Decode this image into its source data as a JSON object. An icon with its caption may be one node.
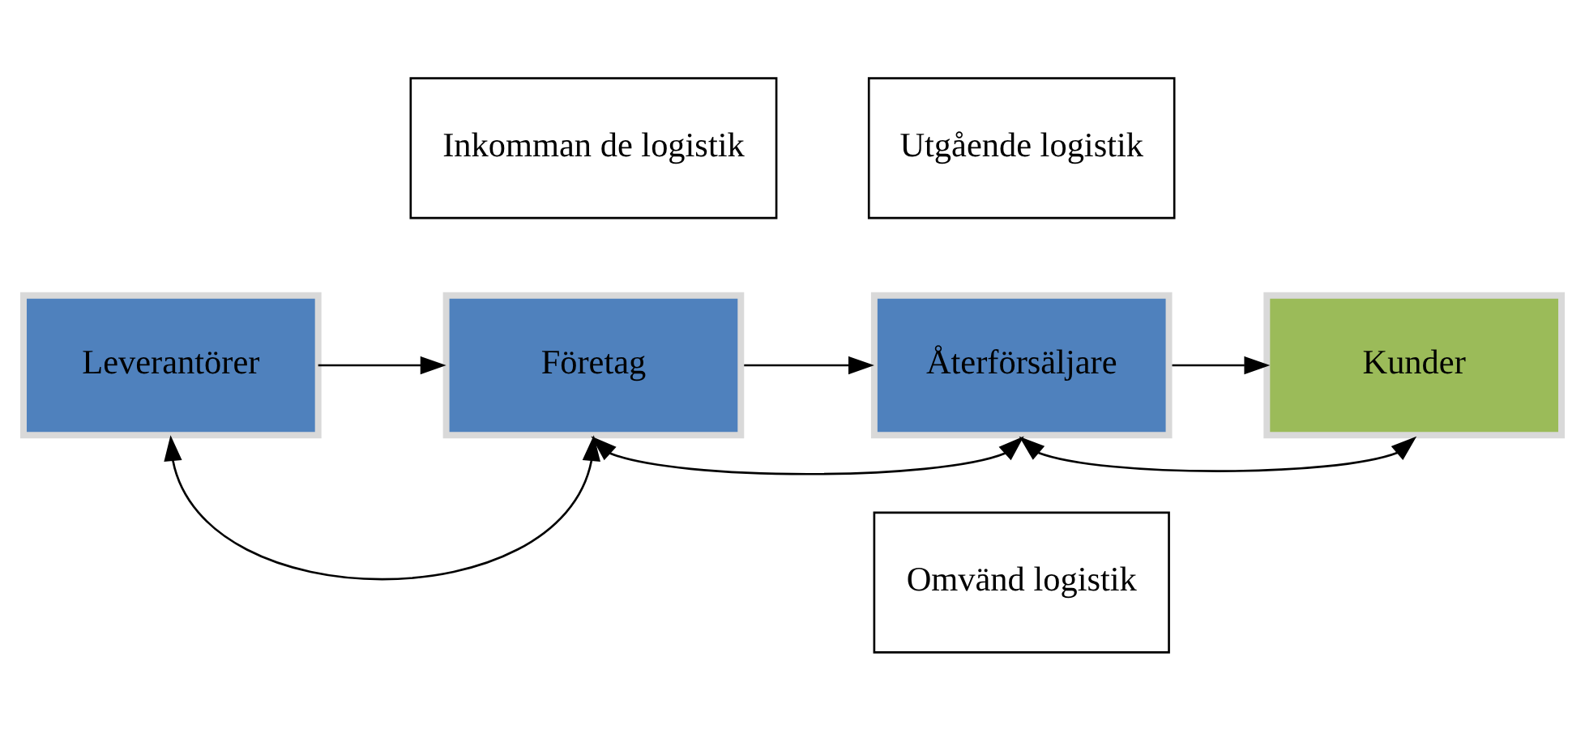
{
  "diagram": {
    "nodes": [
      {
        "text": [
          "Inkomman de logistik"
        ]
      },
      {
        "text": [
          "Utgående logistik"
        ]
      },
      {
        "text": [
          "Leverantörer"
        ]
      },
      {
        "text": [
          "Företag"
        ]
      },
      {
        "text": [
          "Återförsäljare"
        ]
      },
      {
        "text": [
          "Kunder"
        ]
      },
      {
        "text": [
          "Omvänd logistik"
        ]
      }
    ],
    "edges": [
      {
        "from": 2,
        "to": 3,
        "arrow": "to"
      },
      {
        "from": 3,
        "to": 4,
        "arrow": "to"
      },
      {
        "from": 4,
        "to": 5,
        "arrow": "to"
      },
      {
        "from": 2,
        "to": 3,
        "arrow": "both"
      },
      {
        "from": 3,
        "to": 4,
        "arrow": "both"
      },
      {
        "from": 4,
        "to": 5,
        "arrow": "both"
      }
    ]
  }
}
